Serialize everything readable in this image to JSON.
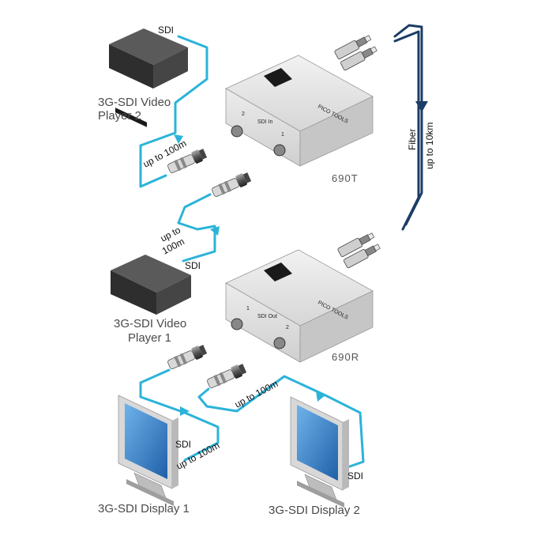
{
  "labels": {
    "player2": [
      "3G-SDI Video",
      "Player 2"
    ],
    "player1": [
      "3G-SDI Video",
      "Player 1"
    ],
    "display1": "3G-SDI Display 1",
    "display2": "3G-SDI Display 2",
    "tx_model": "690T",
    "rx_model": "690R",
    "brand": "PICO TOOLS",
    "sdi": "SDI",
    "up_to_100m": "up to 100m",
    "up_to": "up to",
    "hundred_m": "100m",
    "sdi_in": "SDI In",
    "sdi_out": "SDI Out",
    "port1": "1",
    "port2": "2",
    "fiber": "Fiber",
    "up_to_10km": "up to 10km"
  },
  "colors": {
    "sdi_cable": "#2bb3d9",
    "fiber_cable": "#1b3d66",
    "device_body": "#e4e4e4",
    "player_body": "#3a3a3a",
    "monitor_frame": "#d8d8d8",
    "screen": "#2f80c8"
  }
}
